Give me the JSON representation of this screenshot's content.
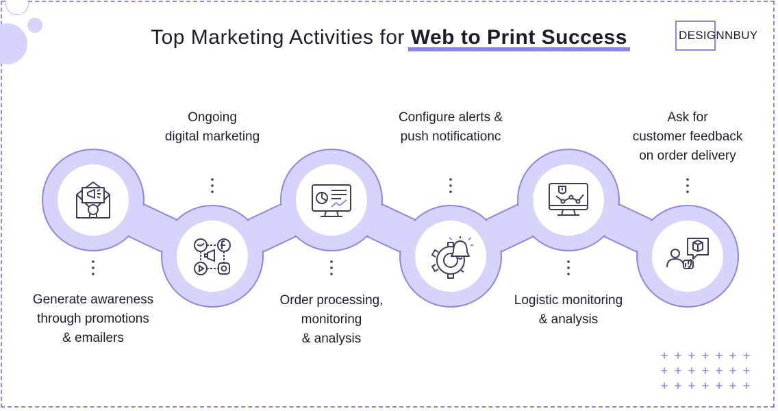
{
  "title": {
    "prefix": "Top Marketing Activities for",
    "highlight": "Web to Print Success"
  },
  "brand": {
    "logo_text": "DESIGNNBUY"
  },
  "colors": {
    "accent": "#8a86e6",
    "node_fill": "#d6d4fa",
    "inner_fill": "#ffffff",
    "icon_stroke": "#3b3b5c",
    "plus": "#8a86e6",
    "deco_light": "#d6d4fa"
  },
  "steps": [
    {
      "icon": "megaphone-envelope-icon",
      "lines": [
        "Generate awareness",
        "through promotions",
        "& emailers"
      ]
    },
    {
      "icon": "social-media-icon",
      "lines": [
        "Ongoing",
        "digital marketing"
      ]
    },
    {
      "icon": "analytics-monitor-icon",
      "lines": [
        "Order processing,",
        "monitoring",
        "& analysis"
      ]
    },
    {
      "icon": "gear-bell-icon",
      "lines": [
        "Configure alerts &",
        "push notificationc"
      ]
    },
    {
      "icon": "logistics-monitor-icon",
      "lines": [
        "Logistic monitoring",
        "& analysis"
      ]
    },
    {
      "icon": "customer-feedback-icon",
      "lines": [
        "Ask for",
        "customer feedback",
        "on order delivery"
      ]
    }
  ]
}
